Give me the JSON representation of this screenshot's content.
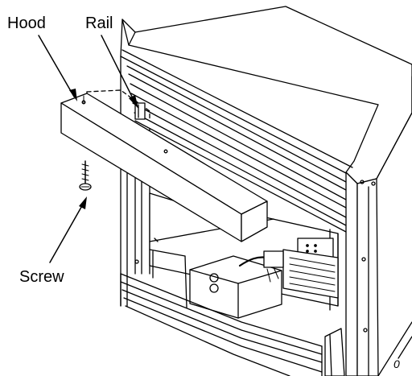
{
  "labels": {
    "hood": "Hood",
    "rail": "Rail",
    "screw": "Screw",
    "corner_mark": "0"
  },
  "colors": {
    "line": "#000000",
    "background": "#ffffff",
    "shade": "#e6e6e6"
  }
}
